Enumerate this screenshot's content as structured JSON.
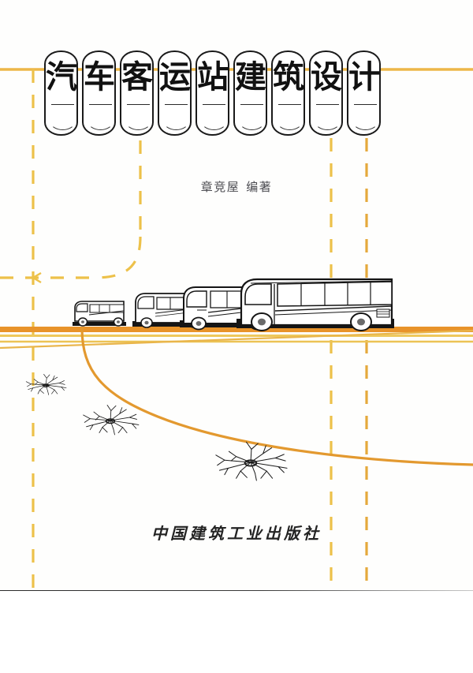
{
  "cover": {
    "title_characters": [
      "汽",
      "车",
      "客",
      "运",
      "站",
      "建",
      "筑",
      "设",
      "计"
    ],
    "title_full": "汽车客运站建筑设计",
    "author": "章竞屋",
    "author_role": "编著",
    "publisher": "中国建筑工业出版社",
    "colors": {
      "background": "#fefefd",
      "road_orange": "#e8932a",
      "road_orange_dark": "#d9822b",
      "road_yellow": "#eec95d",
      "dashed_yellow": "#edc14a",
      "line_dark": "#1a1a1a",
      "tree_ink": "#1b1b1b",
      "page_rule": "#2b2b2b"
    }
  },
  "illustration": {
    "scene_name": "bus-station-forecourt",
    "bus_count": 4,
    "bus_labels": [
      "coach-bus-far",
      "coach-bus-mid-far",
      "coach-bus-mid-near",
      "coach-bus-near"
    ],
    "tree_count": 3,
    "tree_labels": [
      "tree-left",
      "tree-center",
      "tree-right"
    ],
    "road_band_label": "apron-pavement-band",
    "dashed_lane_labels": [
      "lane-dash-left",
      "lane-dash-center",
      "lane-dash-right-inner",
      "lane-dash-right-outer",
      "lane-dash-horizontal",
      "lane-dash-curve"
    ],
    "driveway_curve_label": "driveway-curve"
  }
}
